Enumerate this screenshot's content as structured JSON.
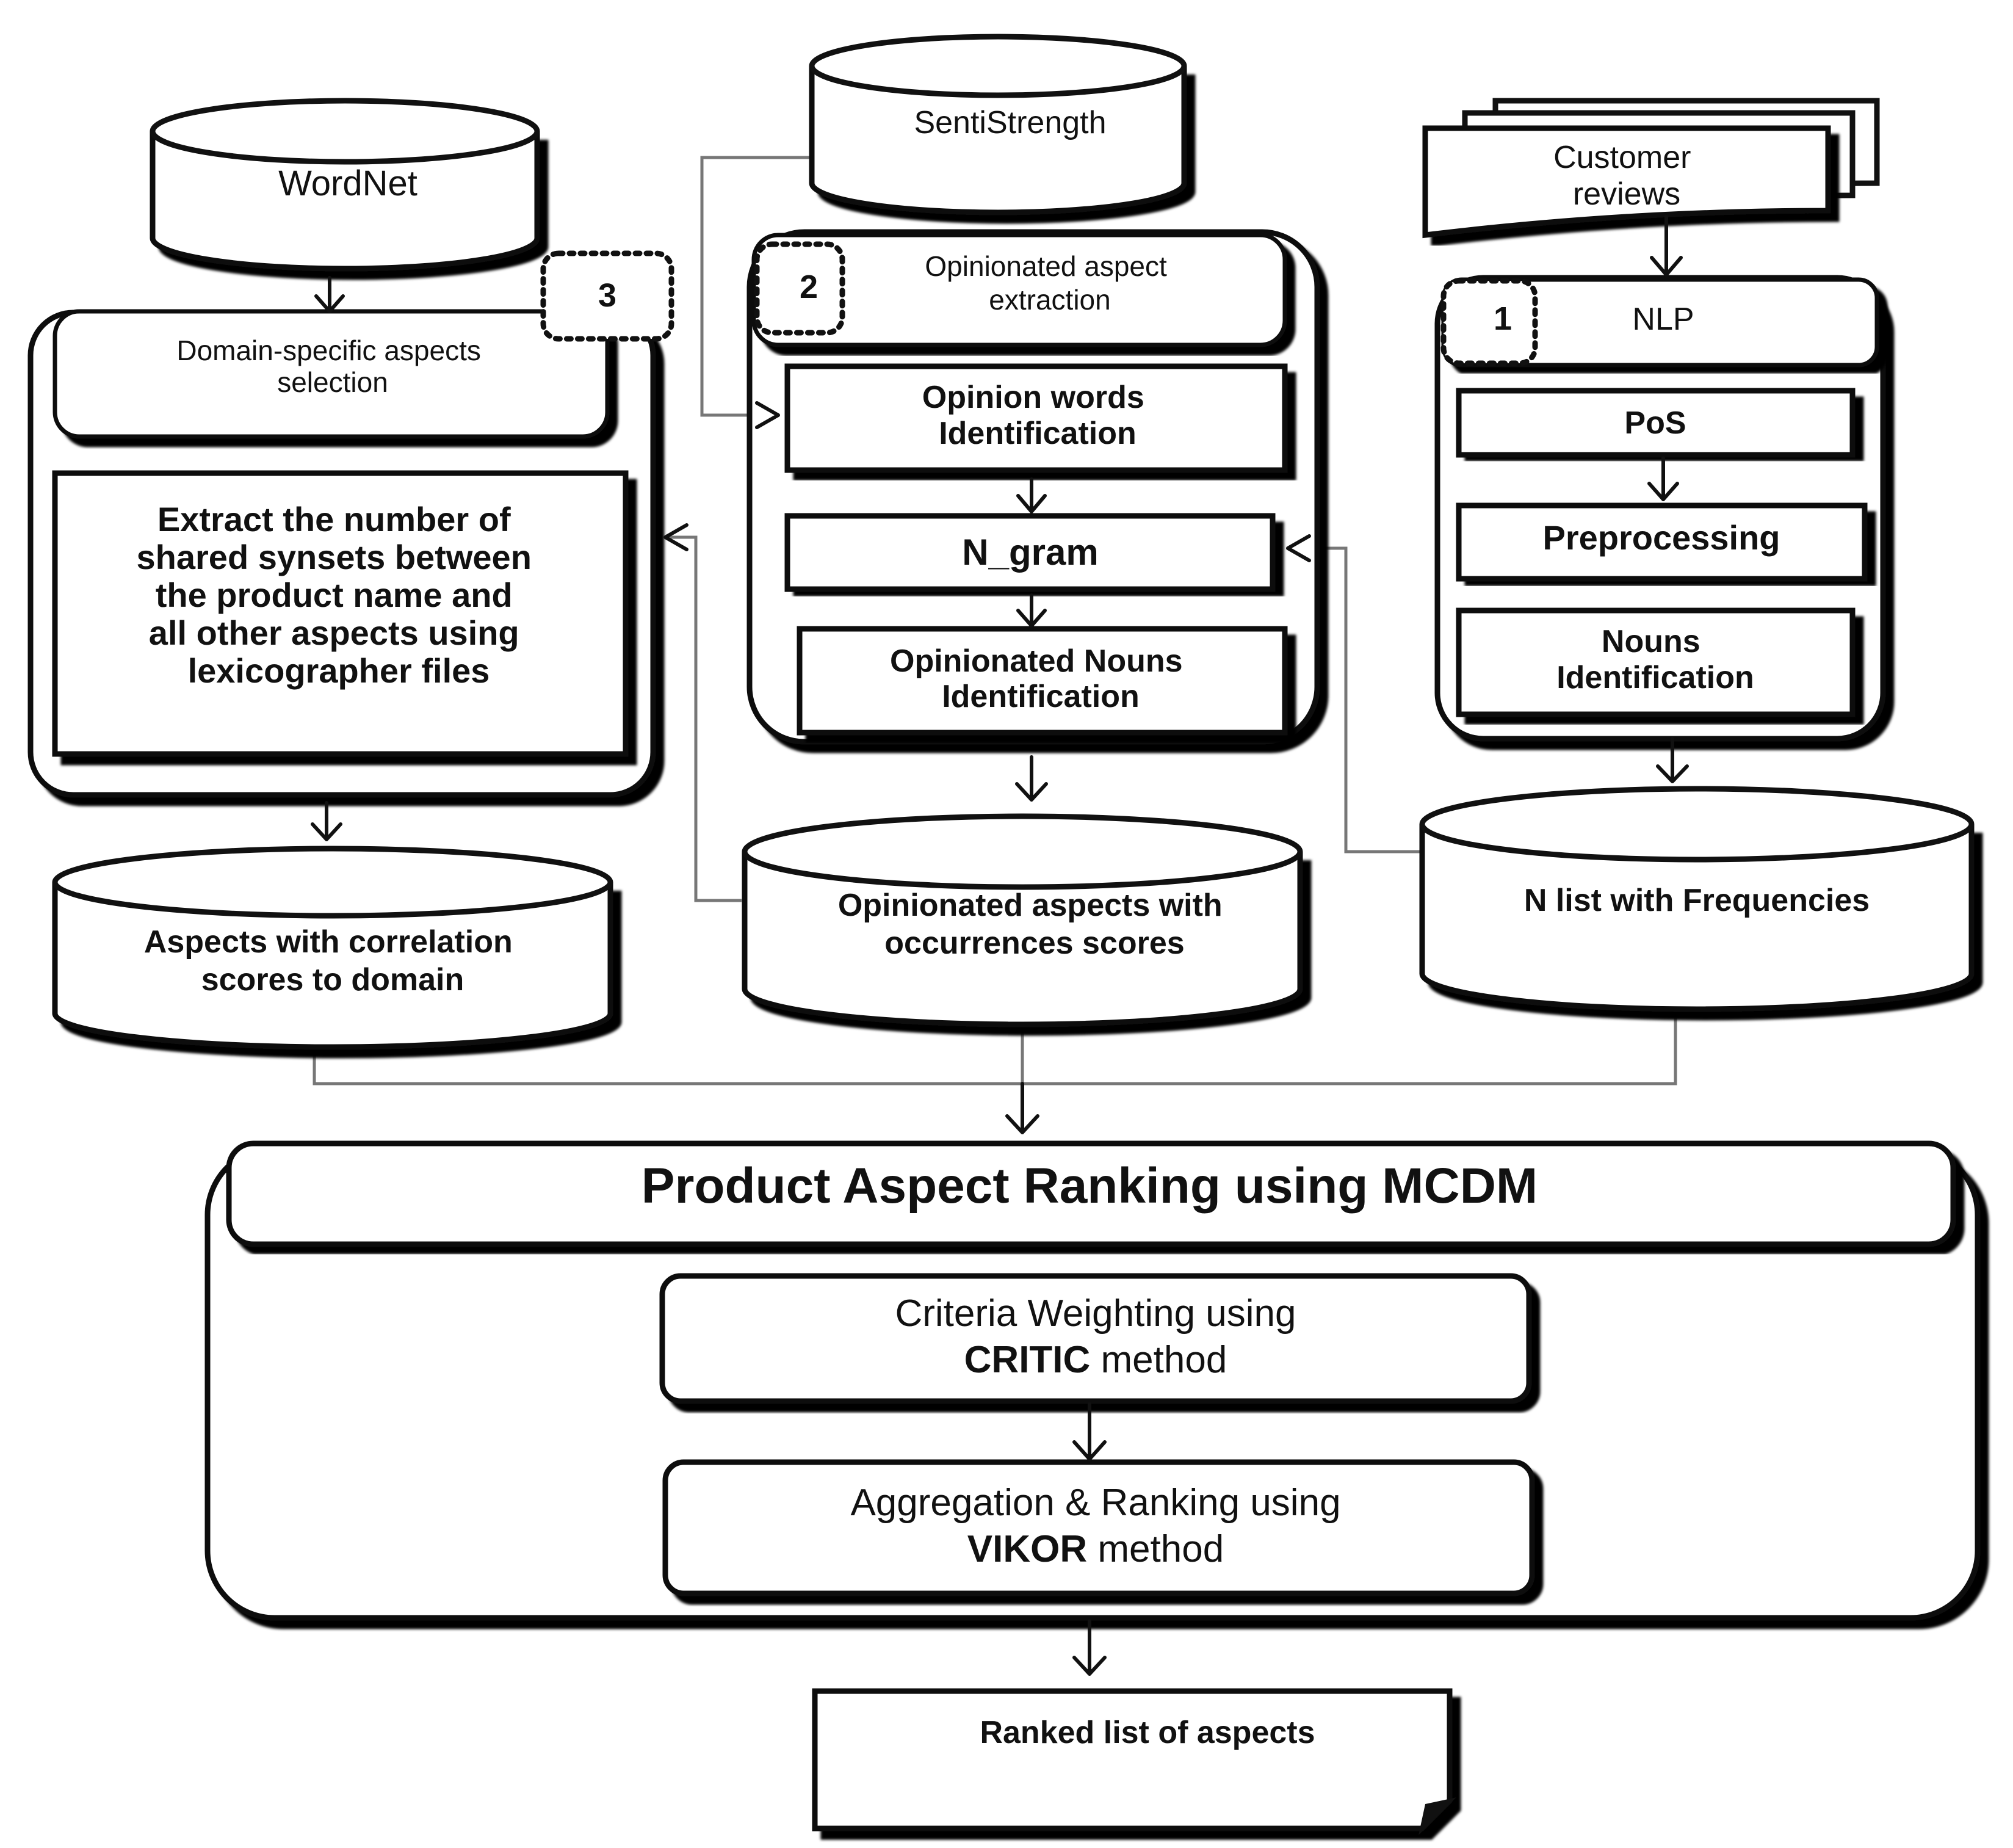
{
  "sources": {
    "wordnet": "WordNet",
    "sentistrength": "SentiStrength",
    "customer_reviews": [
      "Customer",
      "reviews"
    ]
  },
  "module1": {
    "number": "1",
    "title": "NLP",
    "steps": {
      "pos": "PoS",
      "preprocessing": "Preprocessing",
      "nouns": [
        "Nouns",
        "Identification"
      ]
    }
  },
  "module2": {
    "number": "2",
    "title": [
      "Opinionated aspect",
      "extraction"
    ],
    "steps": {
      "opinion_words": [
        "Opinion words",
        "Identification"
      ],
      "ngram": "N_gram",
      "opinionated_nouns": [
        "Opinionated Nouns",
        "Identification"
      ]
    }
  },
  "module3": {
    "number": "3",
    "title": [
      "Domain-specific aspects",
      "selection"
    ],
    "step": [
      "Extract the number of",
      "shared synsets between",
      "the product name and",
      "all other aspects using",
      "lexicographer files"
    ]
  },
  "outputs": {
    "correlation": [
      "Aspects with correlation",
      "scores to domain"
    ],
    "occurrences": [
      "Opinionated aspects with",
      "occurrences scores"
    ],
    "frequencies": "N list with Frequencies"
  },
  "mcdm": {
    "title": "Product Aspect Ranking using MCDM",
    "critic": {
      "line1": "Criteria Weighting using",
      "bold": "CRITIC",
      "rest": " method"
    },
    "vikor": {
      "line1": "Aggregation & Ranking using",
      "bold": "VIKOR",
      "rest": " method"
    }
  },
  "result": "Ranked list of aspects"
}
